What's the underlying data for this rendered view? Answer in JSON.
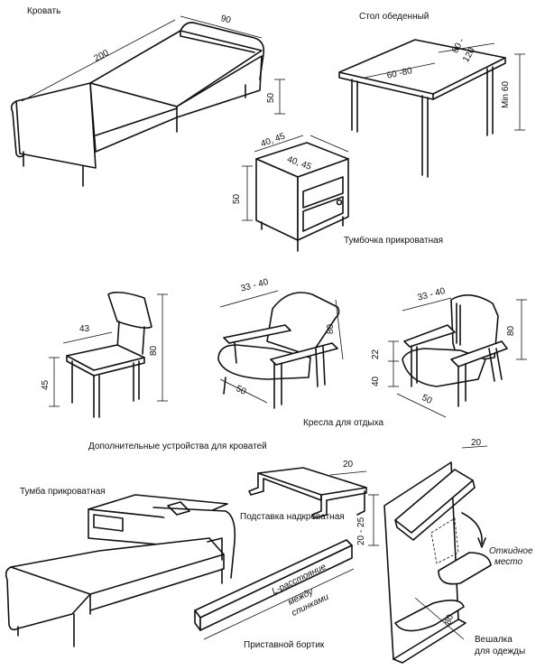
{
  "labels": {
    "bed": "Кровать",
    "dining_table": "Стол обеденный",
    "nightstand": "Тумбочка прикроватная",
    "easy_chairs": "Кресла для отдыха",
    "bed_accessories": "Дополнительные устройства для кроватей",
    "bedside_unit": "Тумба прикроватная",
    "over_bed_stand": "Подставка надкроватная",
    "side_rail": "Приставной бортик",
    "coat_hanger_line1": "Вешалка",
    "coat_hanger_line2": "для одежды",
    "folding_seat_line1": "Откидное",
    "folding_seat_line2": "место",
    "rail_length_line1": "L-расстояние",
    "rail_length_line2": "между",
    "rail_length_line3": "спинками"
  },
  "dimensions": {
    "bed_length": "200",
    "bed_width": "90",
    "bed_height": "50",
    "table_depth": "60 -80",
    "table_length_a": "80 -",
    "table_length_b": "120",
    "table_height": "Min 60",
    "nightstand_width": "40, 45",
    "nightstand_depth": "40, 45",
    "nightstand_height": "50",
    "chair_seat": "43",
    "chair_seat_height": "45",
    "chair_height": "80",
    "armchair1_width": "33 - 40",
    "armchair1_height": "80",
    "armchair1_depth": "50",
    "armchair2_width": "33 - 40",
    "armchair2_arm": "22",
    "armchair2_seat": "40",
    "armchair2_height": "80",
    "armchair2_depth": "50",
    "stand_depth": "20",
    "stand_clearance": "20 - 25",
    "hanger_depth": "20",
    "hanger_width": "80"
  }
}
